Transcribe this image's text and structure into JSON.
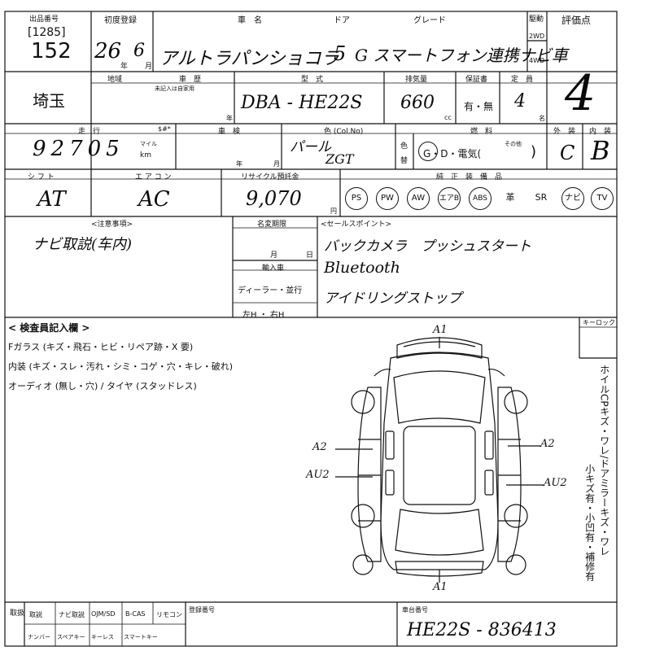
{
  "header": {
    "lot_label": "出品番号",
    "lot_bracket": "[1285]",
    "lot_number": "152",
    "first_reg_label": "初度登録",
    "first_reg_year": "26",
    "first_reg_year_unit": "年",
    "first_reg_month": "6",
    "first_reg_month_unit": "月",
    "car_name_label": "車　名",
    "car_name": "アルトラパンショコラ",
    "door_label": "ドア",
    "doors": "5",
    "grade_label": "グレード",
    "grade": "G スマートフォン連携ナビ車",
    "drive_label": "駆動",
    "drive_2wd": "2WD",
    "drive_4wd": "4WD",
    "score_label": "評価点",
    "score": "4"
  },
  "row2": {
    "region_label": "地域",
    "region": "埼玉",
    "history_label": "車　歴",
    "history_note": "未記入は自家用",
    "year_unit": "年",
    "model_label": "型　式",
    "model": "DBA - HE22S",
    "displacement_label": "排気量",
    "displacement": "660",
    "cc_unit": "cc",
    "warranty_label": "保証書",
    "warranty_options": "有・無",
    "capacity_label": "定　員",
    "capacity": "4",
    "capacity_unit": "名"
  },
  "row3": {
    "mileage_label": "走　行",
    "mileage_mark": "$#*",
    "mileage": "92705",
    "mile_unit": "マイル",
    "km_unit": "km",
    "inspection_label": "車　検",
    "year_unit": "年",
    "month_unit": "月",
    "color_label": "色 (Col.No)",
    "color": "パール",
    "color_code": "ZGT",
    "color_change_1": "色",
    "color_change_2": "替",
    "fuel_label": "燃　料",
    "fuel_options": "G・D・電気(",
    "fuel_other": "その他",
    "fuel_close": ")",
    "exterior_label": "外　装",
    "exterior": "C",
    "interior_label": "内　装",
    "interior": "B"
  },
  "row4": {
    "shift_label": "シ フ ト",
    "shift": "AT",
    "ac_label": "エ ア コ ン",
    "ac": "AC",
    "recycle_label": "リサイクル預託金",
    "recycle": "9,070",
    "yen_unit": "円",
    "equipment_label": "純　正　装　備　品",
    "equipment": [
      {
        "label": "PS",
        "circled": true
      },
      {
        "label": "PW",
        "circled": true
      },
      {
        "label": "AW",
        "circled": true
      },
      {
        "label": "エアB",
        "circled": true
      },
      {
        "label": "ABS",
        "circled": true
      },
      {
        "label": "革",
        "circled": false
      },
      {
        "label": "SR",
        "circled": false
      },
      {
        "label": "ナビ",
        "circled": true
      },
      {
        "label": "TV",
        "circled": true
      }
    ]
  },
  "row5": {
    "notes_label": "<注意事項>",
    "notes": "ナビ取説(车内)",
    "name_change_label": "名変期限",
    "month_unit": "月",
    "day_unit": "日",
    "import_label": "輸入車",
    "import_dealer": "ディーラー・並行",
    "handle": "左H ・ 右H",
    "sales_label": "<セールスポイント>",
    "sales_points": [
      "バックカメラ　プッシュスタート",
      "Bluetooth",
      "アイドリングストップ"
    ]
  },
  "inspection": {
    "title": "< 検査員記入欄 >",
    "line1": "Fガラス (キズ・飛石・ヒビ・リペア跡・X 要)",
    "line2": "内装 (キズ・スレ・汚れ・シミ・コゲ・穴・キレ・破れ)",
    "line3": "オーディオ (無し・穴) / タイヤ (スタッドレス)",
    "keylock_label": "キーロック",
    "vertical_note": "ホイルCPキズ・ワレ/ドアミラーキズ・ワレ",
    "vertical_note2": "小キズ有・小凹有・補修有",
    "marks": {
      "front": "A1",
      "rear": "A1",
      "left_front_door": "A2",
      "left_rear_door": "AU2",
      "right_front_door": "A2",
      "right_rear_door": "AU2"
    }
  },
  "footer": {
    "label1": "取扱",
    "items_top": [
      "取説",
      "ナビ取説",
      "OJM/SD",
      "B-CAS",
      "リモコン"
    ],
    "items_bottom": [
      "ナンバー",
      "スペアキー",
      "キーレス",
      "スマートキー"
    ],
    "label2": "登録番号",
    "chassis_label": "車台番号",
    "chassis": "HE22S - 836413"
  }
}
